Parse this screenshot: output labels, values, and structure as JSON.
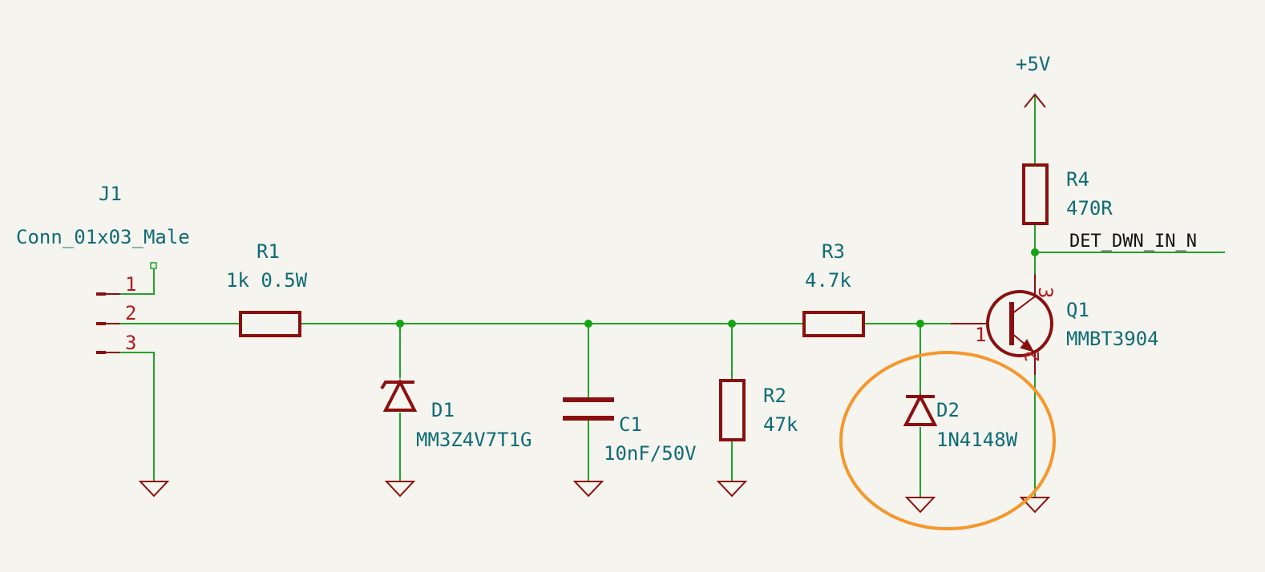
{
  "schematic": {
    "power_label": "+5V",
    "net_label": "DET_DWN_IN_N",
    "components": {
      "J1": {
        "ref": "J1",
        "value": "Conn_01x03_Male",
        "pins": [
          "1",
          "2",
          "3"
        ]
      },
      "R1": {
        "ref": "R1",
        "value": "1k 0.5W"
      },
      "D1": {
        "ref": "D1",
        "value": "MM3Z4V7T1G"
      },
      "C1": {
        "ref": "C1",
        "value": "10nF/50V"
      },
      "R2": {
        "ref": "R2",
        "value": "47k"
      },
      "R3": {
        "ref": "R3",
        "value": "4.7k"
      },
      "D2": {
        "ref": "D2",
        "value": "1N4148W"
      },
      "R4": {
        "ref": "R4",
        "value": "470R"
      },
      "Q1": {
        "ref": "Q1",
        "value": "MMBT3904",
        "pins": [
          "1",
          "2",
          "3"
        ]
      }
    },
    "colors": {
      "background": "#f5f4ef",
      "wire": "#22a22a",
      "symbol": "#8a1010",
      "label": "#0f6b74",
      "pin_number": "#b11a1a",
      "highlight": "#f5972d"
    }
  }
}
